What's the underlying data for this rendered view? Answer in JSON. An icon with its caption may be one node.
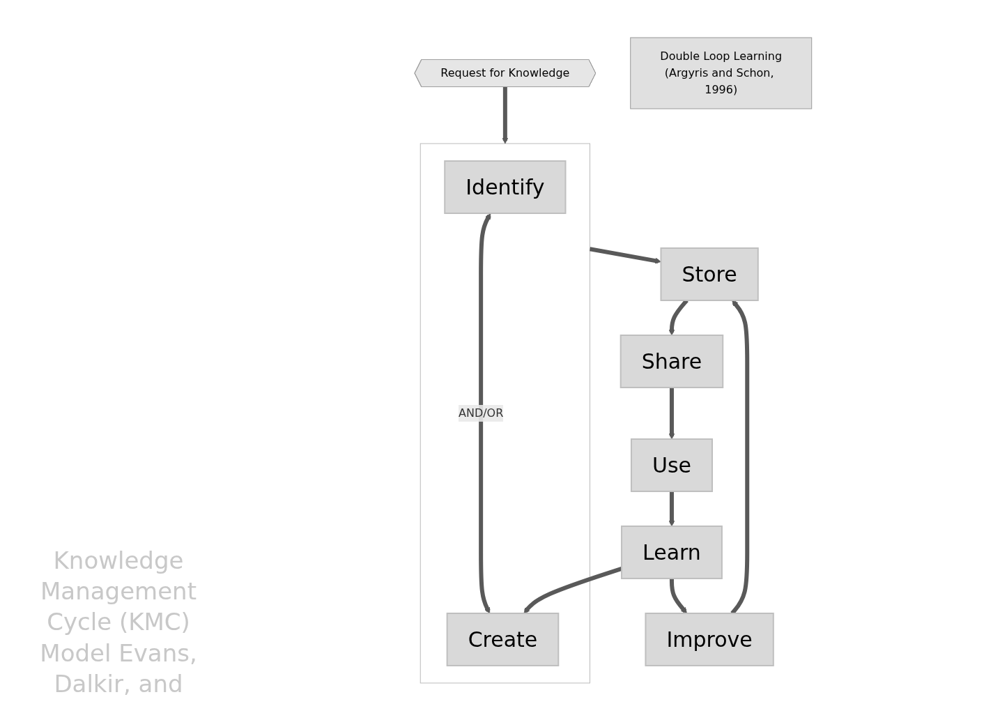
{
  "diagram": {
    "caption": "Knowledge Management Cycle (KMC) Model Evans, Dalkir, and",
    "nodes": [
      {
        "text": [],
        "shape": "box"
      },
      {
        "text": [
          "Identify"
        ],
        "in": 0
      },
      {
        "text": [
          "Create"
        ],
        "in": 0
      },
      {
        "text": [
          "Request for Knowledge"
        ]
      },
      {
        "text": [
          "Store"
        ]
      },
      {
        "text": [
          "Improve"
        ]
      },
      {
        "text": [
          "Share"
        ]
      },
      {
        "text": [
          "Use"
        ]
      },
      {
        "text": [
          "Learn"
        ]
      },
      {
        "text": [
          "Double Loop Learning",
          "(Argyris and Schon, 1996)"
        ]
      }
    ],
    "edges": [
      {
        "from": 3,
        "to": 0,
        "arrow": "to"
      },
      {
        "from": 1,
        "to": 2,
        "arrow": "both",
        "label": "AND/OR"
      },
      {
        "from": 0,
        "to": 4,
        "arrow": "to"
      },
      {
        "from": 4,
        "to": 6,
        "arrow": "to"
      },
      {
        "from": 6,
        "to": 7,
        "arrow": "to"
      },
      {
        "from": 7,
        "to": 8,
        "arrow": "to"
      },
      {
        "from": 8,
        "to": 5,
        "arrow": "to"
      },
      {
        "from": 5,
        "to": 4,
        "arrow": "to"
      },
      {
        "from": 8,
        "to": 2,
        "arrow": "to"
      }
    ]
  }
}
